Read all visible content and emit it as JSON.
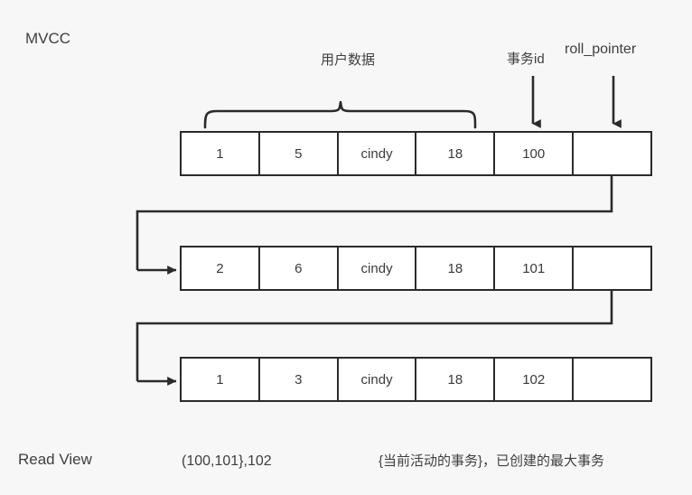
{
  "diagram": {
    "title": "MVCC",
    "background_color": "#f7f7f7",
    "line_color": "#2b2b2b",
    "text_color": "#3a3a3a",
    "cell_background": "#ffffff"
  },
  "annotations": {
    "user_data_brace_label": "用户数据",
    "trx_id_label": "事务id",
    "roll_pointer_label": "roll_pointer"
  },
  "version_chain": {
    "rows": [
      {
        "name": "version-row-1",
        "cells": [
          "1",
          "5",
          "cindy",
          "18",
          "100",
          ""
        ]
      },
      {
        "name": "version-row-2",
        "cells": [
          "2",
          "6",
          "cindy",
          "18",
          "101",
          ""
        ]
      },
      {
        "name": "version-row-3",
        "cells": [
          "1",
          "3",
          "cindy",
          "18",
          "102",
          ""
        ]
      }
    ]
  },
  "read_view": {
    "label": "Read View",
    "value": "(100,101},102",
    "description": "{当前活动的事务}，已创建的最大事务"
  }
}
